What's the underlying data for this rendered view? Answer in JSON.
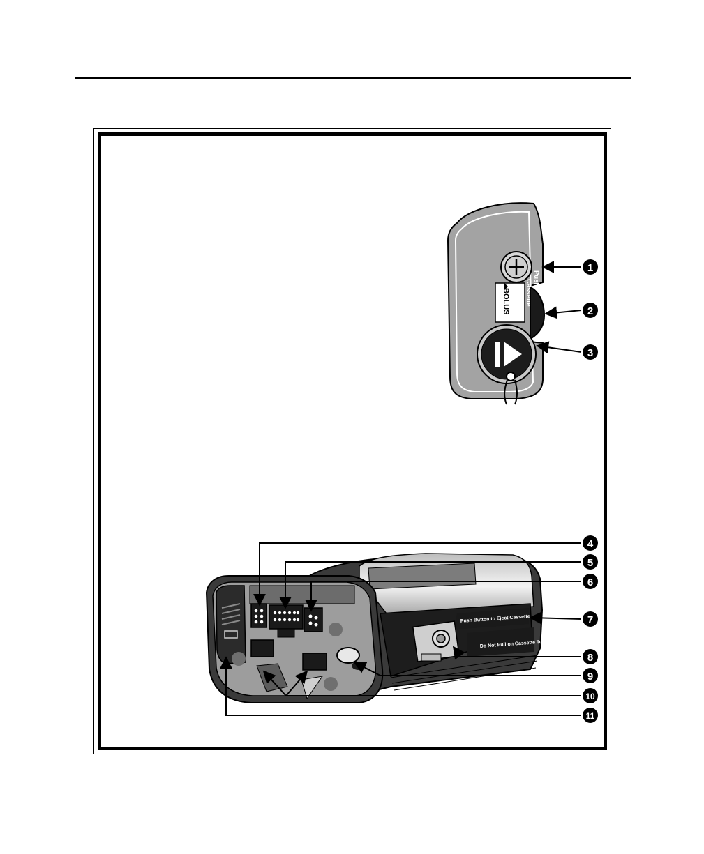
{
  "header": {
    "rule": "horizontal-rule"
  },
  "side_view": {
    "bolus_label": "BOLUS",
    "eject_label_line1": "Push to Eject",
    "eject_label_line2": "Cassette"
  },
  "end_view": {
    "eject_text": "Push Button to Eject Cassette",
    "tubing_text": "Do Not Pull on Cassette Tubing"
  },
  "callouts": [
    "1",
    "2",
    "3",
    "4",
    "5",
    "6",
    "7",
    "8",
    "9",
    "10",
    "11"
  ],
  "colors": {
    "body": "#9d9d9d",
    "dark": "#3b3b3b",
    "light": "#e6e6e6",
    "ink": "#000000"
  }
}
